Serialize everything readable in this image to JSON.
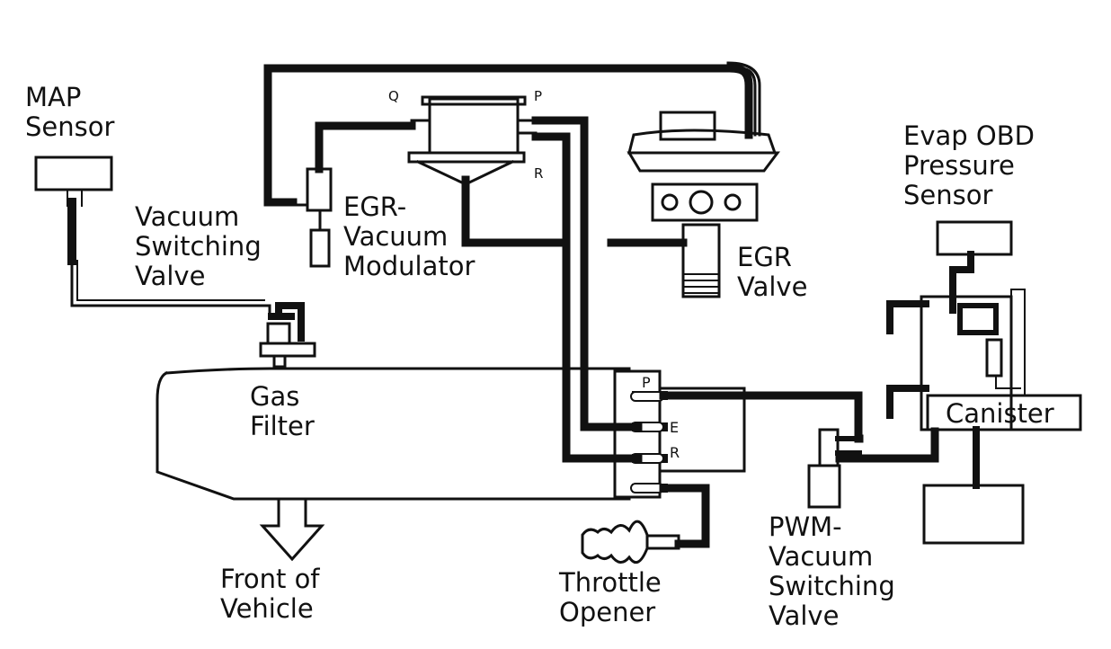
{
  "labels": {
    "map_sensor": [
      "MAP",
      "Sensor"
    ],
    "vsv": [
      "Vacuum",
      "Switching",
      "Valve"
    ],
    "egr_modulator": [
      "EGR-",
      "Vacuum",
      "Modulator"
    ],
    "egr_valve": [
      "EGR",
      "Valve"
    ],
    "evap_sensor": [
      "Evap OBD",
      "Pressure",
      "Sensor"
    ],
    "gas_filter": [
      "Gas",
      "Filter"
    ],
    "canister": "Canister",
    "front": [
      "Front of",
      "Vehicle"
    ],
    "throttle_opener": [
      "Throttle",
      "Opener"
    ],
    "pwm_vsv": [
      "PWM-",
      "Vacuum",
      "Switching",
      "Valve"
    ]
  },
  "ports": {
    "q": "Q",
    "p_top": "P",
    "r_top": "R",
    "p": "P",
    "e": "E",
    "r": "R"
  },
  "colors": {
    "line": "#111111",
    "background": "#ffffff"
  }
}
